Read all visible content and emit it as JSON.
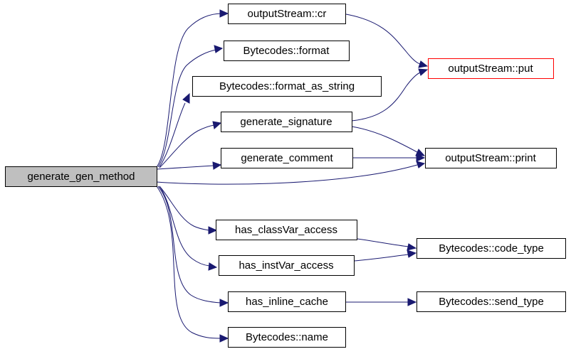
{
  "diagram": {
    "nodes": [
      {
        "id": "n0",
        "label": "generate_gen_method"
      },
      {
        "id": "n1",
        "label": "outputStream::cr"
      },
      {
        "id": "n2",
        "label": "Bytecodes::format"
      },
      {
        "id": "n3",
        "label": "Bytecodes::format_as_string"
      },
      {
        "id": "n4",
        "label": "generate_signature"
      },
      {
        "id": "n5",
        "label": "generate_comment"
      },
      {
        "id": "n6",
        "label": "outputStream::put"
      },
      {
        "id": "n7",
        "label": "outputStream::print"
      },
      {
        "id": "n8",
        "label": "has_classVar_access"
      },
      {
        "id": "n9",
        "label": "has_instVar_access"
      },
      {
        "id": "n10",
        "label": "has_inline_cache"
      },
      {
        "id": "n11",
        "label": "Bytecodes::name"
      },
      {
        "id": "n12",
        "label": "Bytecodes::code_type"
      },
      {
        "id": "n13",
        "label": "Bytecodes::send_type"
      }
    ],
    "edges": [
      {
        "from": "n0",
        "to": "n1"
      },
      {
        "from": "n0",
        "to": "n2"
      },
      {
        "from": "n0",
        "to": "n3"
      },
      {
        "from": "n0",
        "to": "n4"
      },
      {
        "from": "n0",
        "to": "n5"
      },
      {
        "from": "n0",
        "to": "n7"
      },
      {
        "from": "n0",
        "to": "n8"
      },
      {
        "from": "n0",
        "to": "n9"
      },
      {
        "from": "n0",
        "to": "n10"
      },
      {
        "from": "n0",
        "to": "n11"
      },
      {
        "from": "n1",
        "to": "n6"
      },
      {
        "from": "n4",
        "to": "n6"
      },
      {
        "from": "n4",
        "to": "n7"
      },
      {
        "from": "n5",
        "to": "n7"
      },
      {
        "from": "n8",
        "to": "n12"
      },
      {
        "from": "n9",
        "to": "n12"
      },
      {
        "from": "n10",
        "to": "n13"
      }
    ],
    "colors": {
      "edge": "#191970",
      "root_fill": "#bfbfbf",
      "node_fill": "#ffffff",
      "node_border": "#000000",
      "highlight_border": "#ff0000"
    }
  }
}
